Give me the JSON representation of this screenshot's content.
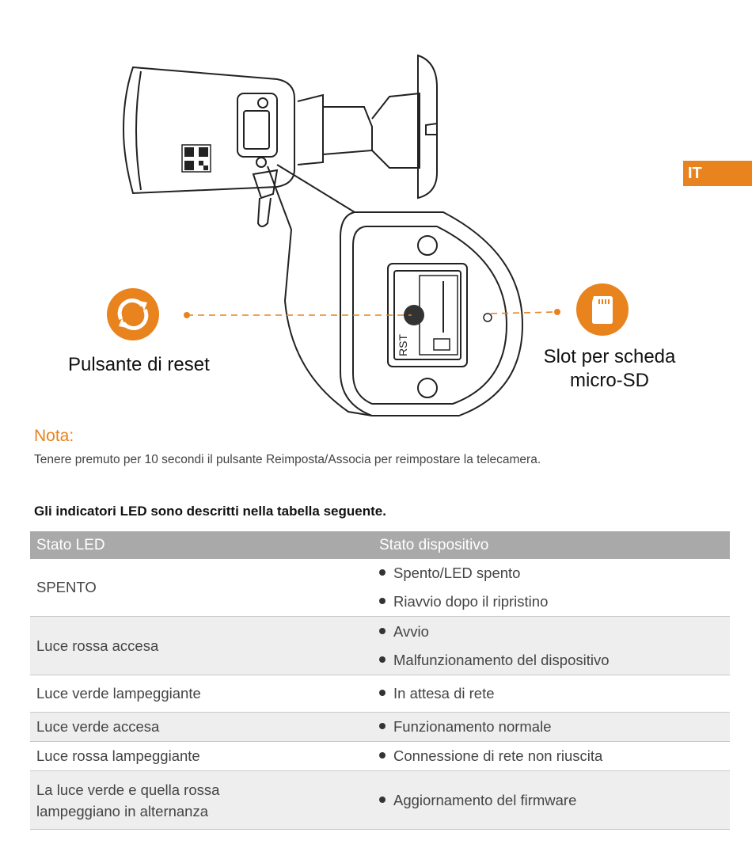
{
  "side_tab": {
    "label": "IT"
  },
  "diagram": {
    "reset_label": "Pulsante di reset",
    "sd_label_line1": "Slot per scheda",
    "sd_label_line2": "micro-SD",
    "rst_text": "RST",
    "accent_color": "#e8831d",
    "reset_icon": "sync-arrows-icon",
    "sd_icon": "sd-card-icon"
  },
  "note": {
    "title": "Nota:",
    "text": "Tenere premuto per 10 secondi il pulsante Reimposta/Associa per reimpostare la telecamera."
  },
  "table": {
    "heading": "Gli indicatori LED sono descritti nella tabella seguente.",
    "col1": "Stato LED",
    "col2": "Stato dispositivo",
    "rows": [
      {
        "state": "SPENTO",
        "items": [
          "Spento/LED spento",
          "Riavvio dopo il ripristino"
        ]
      },
      {
        "state": "Luce rossa accesa",
        "items": [
          "Avvio",
          "Malfunzionamento del dispositivo"
        ]
      },
      {
        "state": "Luce verde lampeggiante",
        "items": [
          "In attesa di rete"
        ]
      },
      {
        "state": "Luce verde accesa",
        "items": [
          "Funzionamento normale"
        ]
      },
      {
        "state": "Luce rossa lampeggiante",
        "items": [
          "Connessione di rete non riuscita"
        ]
      },
      {
        "state_line1": "La luce verde e quella rossa",
        "state_line2": "lampeggiano in alternanza",
        "items": [
          "Aggiornamento del firmware"
        ]
      }
    ]
  }
}
